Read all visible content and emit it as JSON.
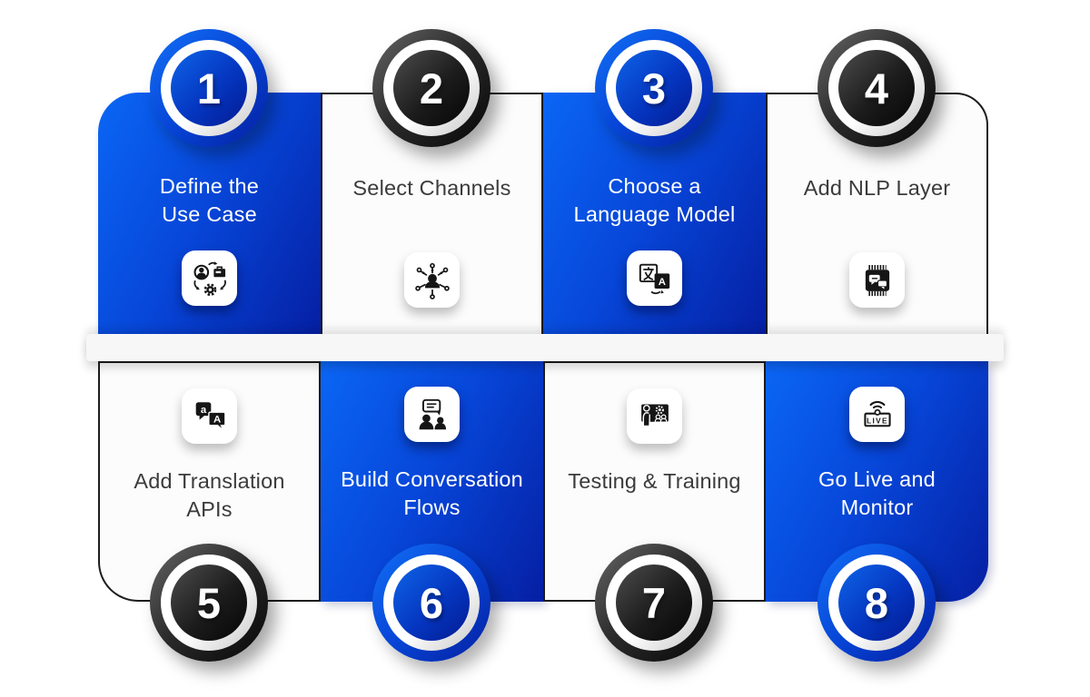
{
  "colors": {
    "blue_gradient_start": "#0B66F5",
    "blue_gradient_end": "#051FA3",
    "dark_badge_start": "#666666",
    "dark_badge_end": "#060606",
    "card_white": "#FCFCFC",
    "card_border": "#1D1D1D",
    "text_on_blue": "#FFFFFF",
    "text_on_white": "#3B3B3B",
    "divider_bar": "#F7F7F7"
  },
  "steps": [
    {
      "number": "1",
      "title": "Define the\nUse Case",
      "variant": "blue",
      "icon": "use-case-cycle-icon"
    },
    {
      "number": "2",
      "title": "Select Channels",
      "variant": "white",
      "icon": "channels-network-icon"
    },
    {
      "number": "3",
      "title": "Choose a\nLanguage Model",
      "variant": "blue",
      "icon": "language-translate-icon"
    },
    {
      "number": "4",
      "title": "Add NLP Layer",
      "variant": "white",
      "icon": "nlp-chip-icon"
    },
    {
      "number": "5",
      "title": "Add Translation\nAPIs",
      "variant": "white",
      "icon": "translation-api-icon"
    },
    {
      "number": "6",
      "title": "Build Conversation\nFlows",
      "variant": "blue",
      "icon": "conversation-flow-icon"
    },
    {
      "number": "7",
      "title": "Testing & Training",
      "variant": "white",
      "icon": "testing-training-icon"
    },
    {
      "number": "8",
      "title": "Go Live and\nMonitor",
      "variant": "blue",
      "icon": "go-live-icon",
      "icon_label": "LIVE"
    }
  ]
}
